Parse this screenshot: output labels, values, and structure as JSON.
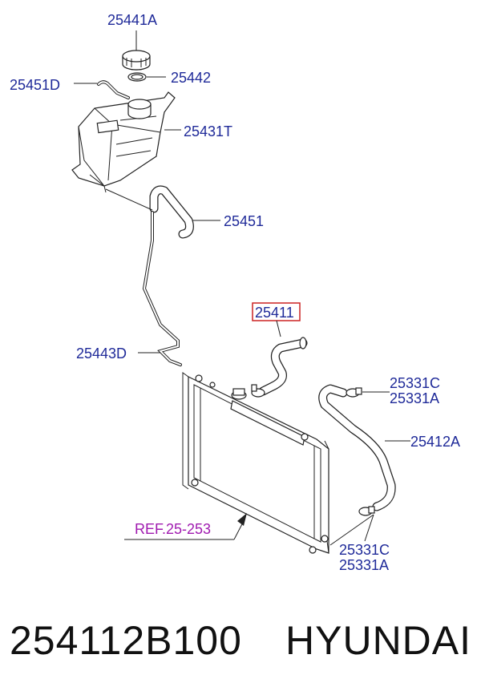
{
  "labels": {
    "cap": "25441A",
    "gasket": "25442",
    "overflow_hose": "25451D",
    "reservoir": "25431T",
    "reservoir_hose": "25451",
    "selected_hose": "25411",
    "return_pipe": "25443D",
    "upper_clamp_c": "25331C",
    "upper_clamp_a": "25331A",
    "lower_hose": "25412A",
    "lower_clamp_c": "25331C",
    "lower_clamp_a": "25331A",
    "radiator_ref": "REF.25-253"
  },
  "footer": {
    "part_number": "254112B100",
    "brand": "HYUNDAI"
  },
  "colors": {
    "label_blue": "#1f2a99",
    "ref_purple": "#a01ab0",
    "highlight_box": "#cc2222"
  }
}
